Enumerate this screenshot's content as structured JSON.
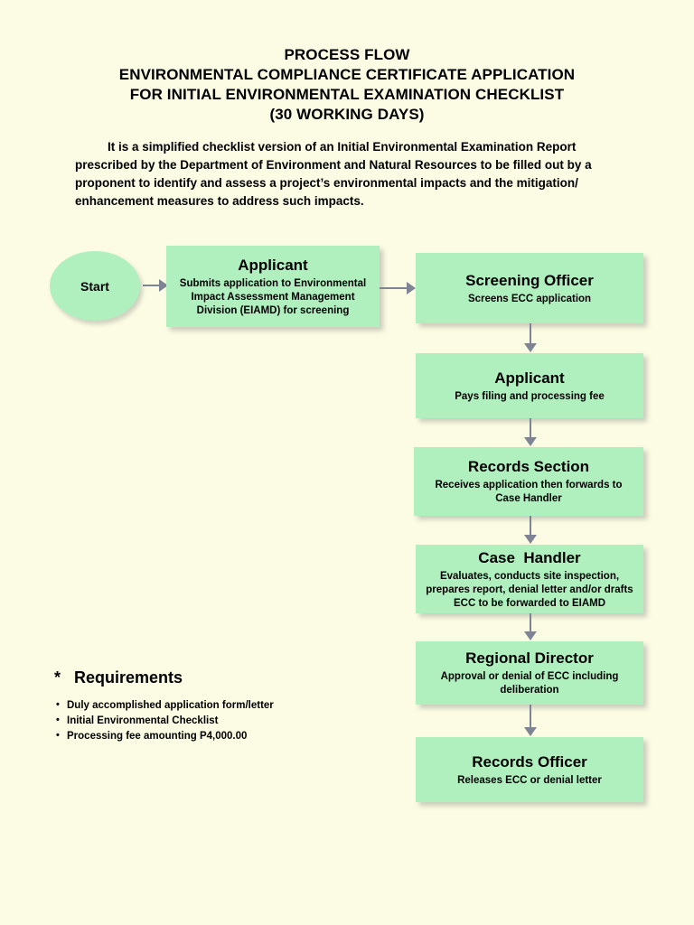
{
  "document": {
    "background_color": "#fcfbe3",
    "node_color": "#b0f0bf",
    "arrow_color": "#7e8493"
  },
  "title": {
    "line1": "PROCESS FLOW",
    "line2": "ENVIRONMENTAL COMPLIANCE CERTIFICATE APPLICATION",
    "line3": "FOR INITIAL ENVIRONMENTAL EXAMINATION CHECKLIST",
    "line4": "(30 WORKING DAYS)"
  },
  "intro": {
    "text": "It is a simplified checklist version of an Initial Environmental Examination Report prescribed by the Department of Environment and Natural Resources to be filled out by a proponent to identify and assess a project’s environmental impacts and the mitigation/ enhancement measures to address such impacts."
  },
  "flow": {
    "start": {
      "label": "Start"
    },
    "nodes": [
      {
        "id": "applicant-submit",
        "title": "Applicant",
        "desc": "Submits application to Environmental Impact Assessment Management Division (EIAMD) for screening"
      },
      {
        "id": "screening-officer",
        "title": "Screening Officer",
        "desc": "Screens ECC application"
      },
      {
        "id": "applicant-pays",
        "title": "Applicant",
        "desc": "Pays filing and processing fee"
      },
      {
        "id": "records-section",
        "title": "Records Section",
        "desc": "Receives application then forwards to Case Handler"
      },
      {
        "id": "case-handler",
        "title": "Case  Handler",
        "desc": "Evaluates, conducts site inspection, prepares report, denial letter and/or drafts ECC to be forwarded to EIAMD"
      },
      {
        "id": "regional-director",
        "title": "Regional Director",
        "desc": "Approval or denial of ECC including deliberation"
      },
      {
        "id": "records-officer",
        "title": "Records Officer",
        "desc": "Releases ECC or denial letter"
      }
    ]
  },
  "requirements": {
    "heading": "*   Requirements",
    "items": [
      "Duly accomplished application form/letter",
      "Initial Environmental Checklist",
      "Processing fee amounting P4,000.00"
    ]
  }
}
